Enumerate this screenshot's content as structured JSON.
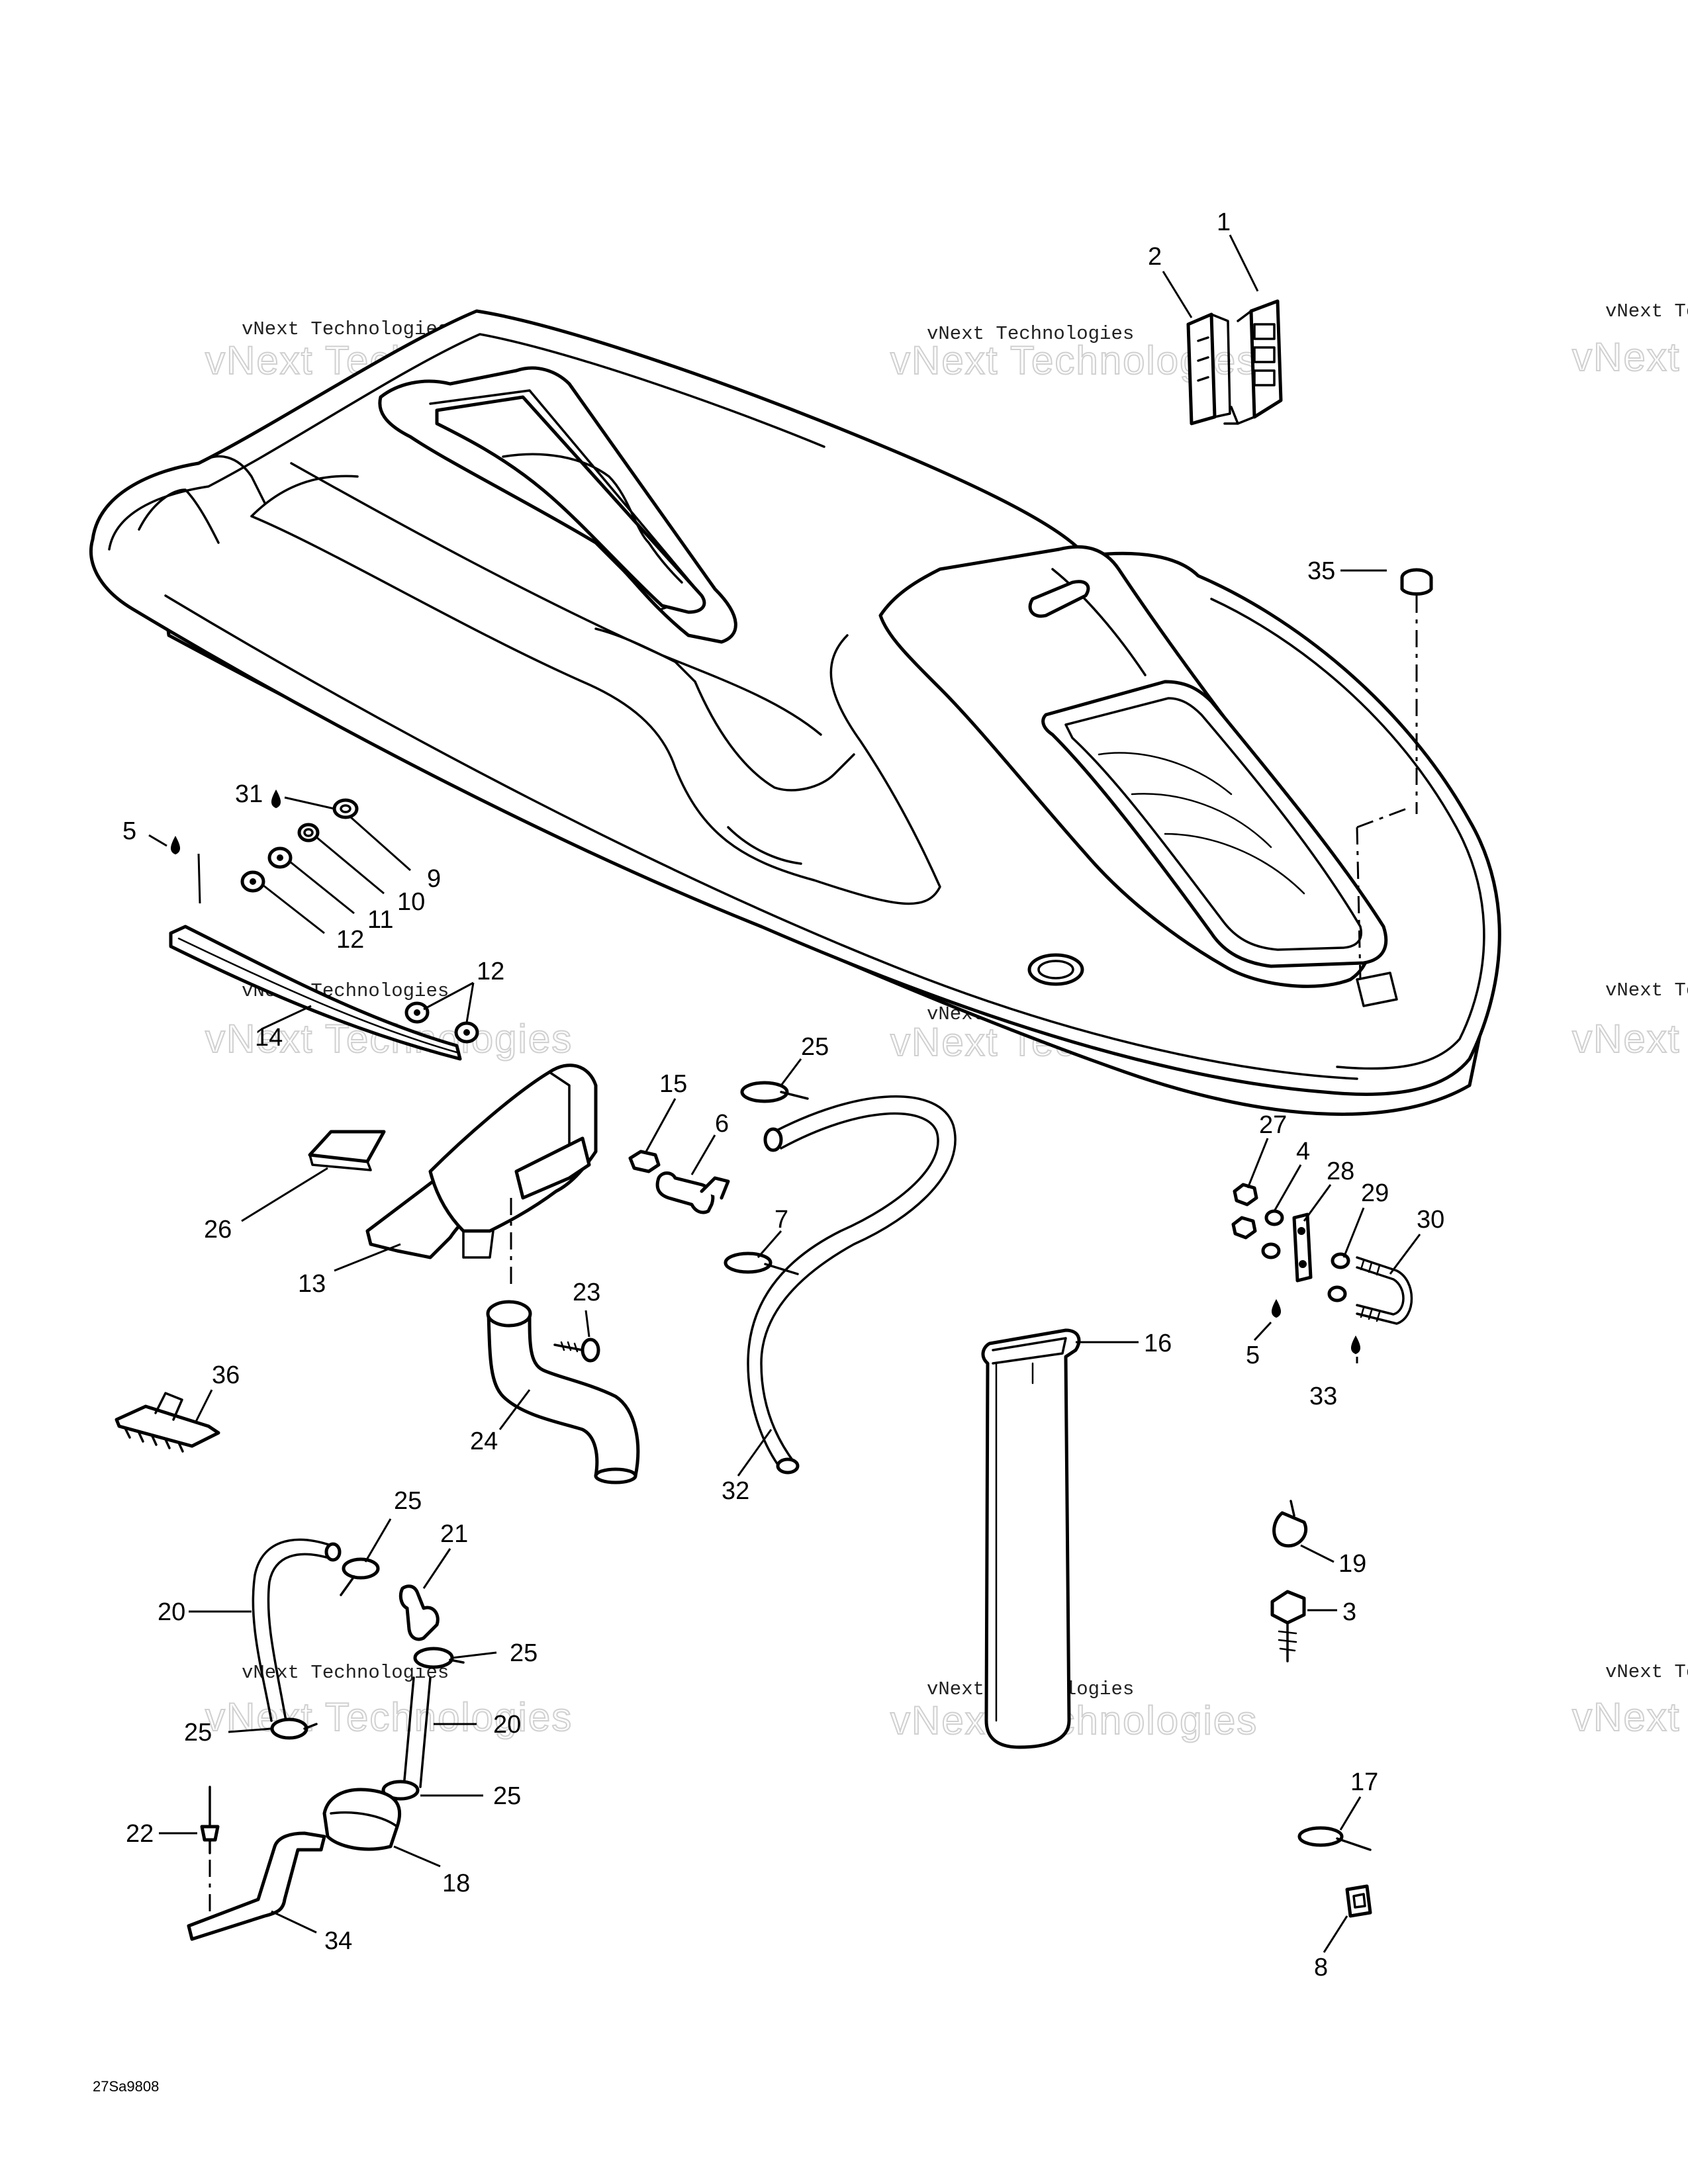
{
  "drawing_number": "27Sa9808",
  "watermark": {
    "line1": "vNext Technologies",
    "line2": "vNext Technologies",
    "line2_short": "vNext Techno"
  },
  "callouts": {
    "c1": "1",
    "c2": "2",
    "c3": "3",
    "c4": "4",
    "c5a": "5",
    "c5b": "5",
    "c6": "6",
    "c7": "7",
    "c8": "8",
    "c9": "9",
    "c10": "10",
    "c11": "11",
    "c12a": "12",
    "c12b": "12",
    "c13": "13",
    "c14": "14",
    "c15": "15",
    "c16": "16",
    "c17": "17",
    "c18": "18",
    "c19": "19",
    "c20a": "20",
    "c20b": "20",
    "c21": "21",
    "c22": "22",
    "c23": "23",
    "c24": "24",
    "c25a": "25",
    "c25b": "25",
    "c25c": "25",
    "c25d": "25",
    "c25e": "25",
    "c26": "26",
    "c27": "27",
    "c28": "28",
    "c29": "29",
    "c30": "30",
    "c31": "31",
    "c32": "32",
    "c33": "33",
    "c34": "34",
    "c35": "35",
    "c36": "36"
  }
}
